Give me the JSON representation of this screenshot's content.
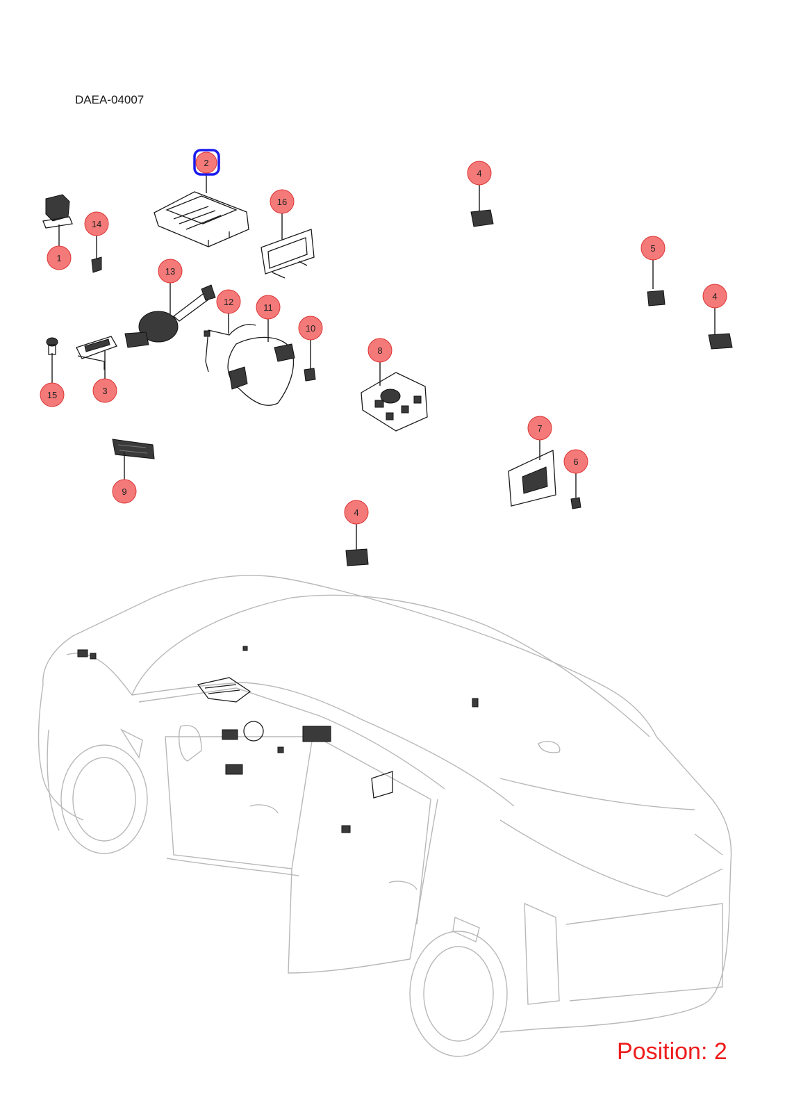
{
  "diagram": {
    "code": "DAEA-04007",
    "position_label": "Position: 2",
    "selected_callout": "2",
    "accent_color": "#ee1c1c",
    "callout_color": "#f47a7a",
    "highlight_color": "#1a1aee"
  },
  "callouts": [
    {
      "id": "1",
      "label": "1"
    },
    {
      "id": "2",
      "label": "2"
    },
    {
      "id": "3",
      "label": "3"
    },
    {
      "id": "4a",
      "label": "4"
    },
    {
      "id": "4b",
      "label": "4"
    },
    {
      "id": "4c",
      "label": "4"
    },
    {
      "id": "5",
      "label": "5"
    },
    {
      "id": "6",
      "label": "6"
    },
    {
      "id": "7",
      "label": "7"
    },
    {
      "id": "8",
      "label": "8"
    },
    {
      "id": "9",
      "label": "9"
    },
    {
      "id": "10",
      "label": "10"
    },
    {
      "id": "11",
      "label": "11"
    },
    {
      "id": "12",
      "label": "12"
    },
    {
      "id": "13",
      "label": "13"
    },
    {
      "id": "14",
      "label": "14"
    },
    {
      "id": "15",
      "label": "15"
    },
    {
      "id": "16",
      "label": "16"
    }
  ]
}
